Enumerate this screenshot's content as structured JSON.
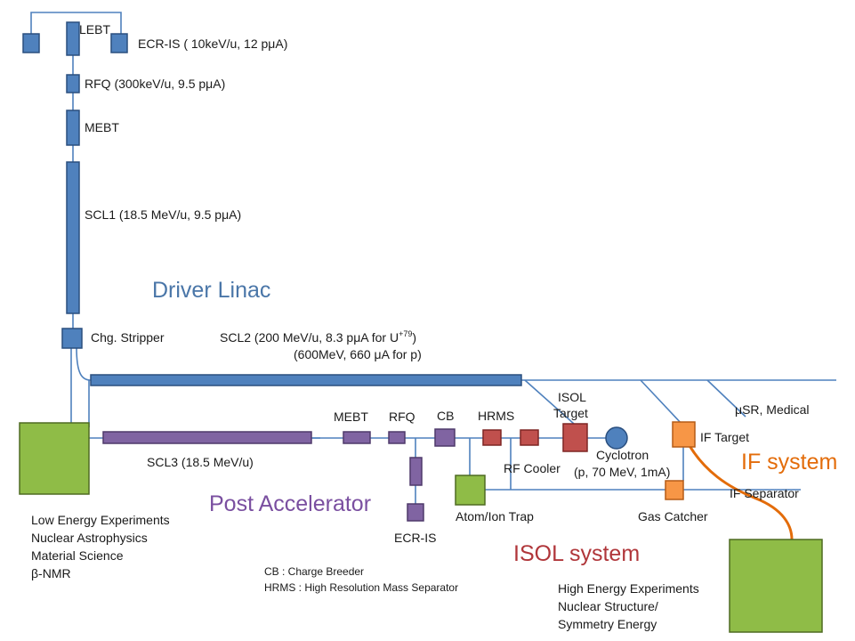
{
  "colors": {
    "driver_linac": "#4f81bd",
    "post_accelerator": "#8064a2",
    "isol_system": "#c0504d",
    "if_system": "#f79646",
    "experiment_area": "#8fbc47"
  },
  "sections": {
    "driver_linac": "Driver Linac",
    "post_accelerator": "Post Accelerator",
    "isol_system": "ISOL system",
    "if_system": "IF system"
  },
  "components": {
    "lebt": "LEBT",
    "ecr_is_top": "ECR-IS ( 10keV/u, 12 pμA)",
    "rfq_top": "RFQ (300keV/u, 9.5 pμA)",
    "mebt_top": "MEBT",
    "scl1": "SCL1 (18.5 MeV/u, 9.5 pμA)",
    "chg_stripper": "Chg. Stripper",
    "scl2_line1": "SCL2 (200 MeV/u, 8.3 pμA  for U",
    "scl2_sup": "+79",
    "scl2_close": ")",
    "scl2_line2": "(600MeV, 660 μA  for p)",
    "isol_target_1": "ISOL",
    "isol_target_2": "Target",
    "musr": "μSR, Medical",
    "mebt_post": "MEBT",
    "rfq_post": "RFQ",
    "cb": "CB",
    "hrms": "HRMS",
    "if_target": "IF Target",
    "cyclotron_1": "Cyclotron",
    "cyclotron_2": "(p,  70 MeV, 1mA)",
    "rf_cooler": "RF Cooler",
    "scl3": "SCL3 (18.5 MeV/u)",
    "if_separator": "IF Separator",
    "atom_ion_trap": "Atom/Ion Trap",
    "gas_catcher": "Gas Catcher",
    "ecr_is_post": "ECR-IS"
  },
  "low_energy": [
    "Low Energy Experiments",
    "Nuclear Astrophysics",
    "Material Science",
    "β-NMR"
  ],
  "high_energy": [
    "High Energy Experiments",
    "Nuclear Structure/",
    "Symmetry Energy"
  ],
  "legend": {
    "cb": "CB : Charge Breeder",
    "hrms": "HRMS : High Resolution  Mass Separator"
  }
}
